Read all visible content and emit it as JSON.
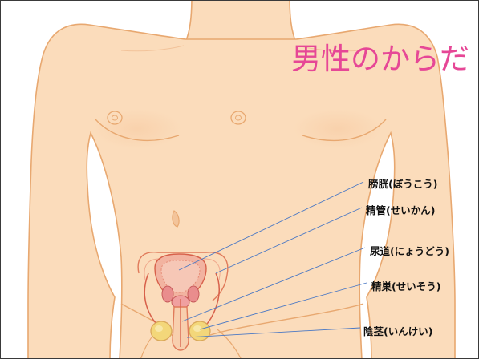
{
  "title": "男性のからだ",
  "colors": {
    "title": "#e64796",
    "skin": "#fbdcbb",
    "outline": "#e8a870",
    "organ_outline": "#e07a5a",
    "bladder": "#f2b3a0",
    "testis": "#f3d77a",
    "leader_line": "#4a78c4",
    "label_text": "#111111"
  },
  "labels": [
    {
      "text": "膀胱(ぼうこう)"
    },
    {
      "text": "精管(せいかん)"
    },
    {
      "text": "尿道(にょうどう)"
    },
    {
      "text": "精巣(せいそう)"
    },
    {
      "text": "陰茎(いんけい)"
    }
  ]
}
